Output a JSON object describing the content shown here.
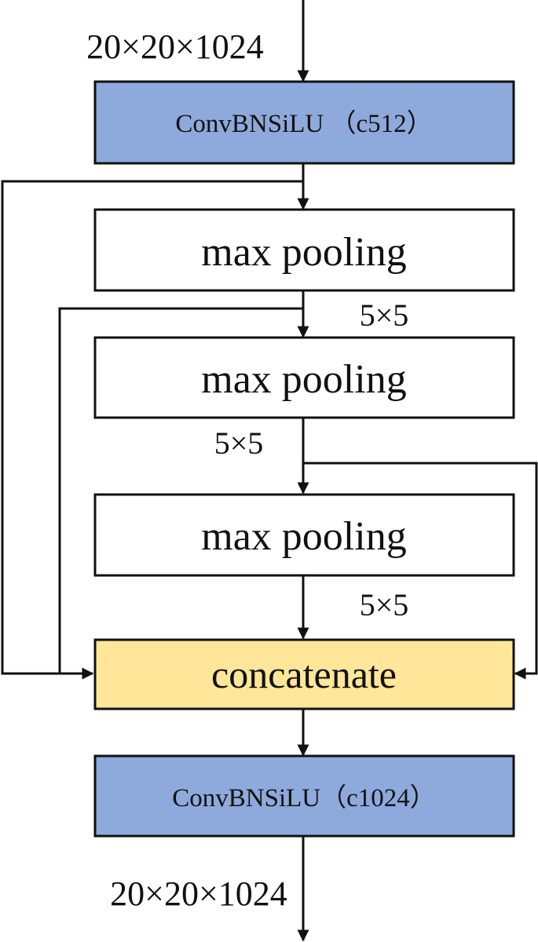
{
  "colors": {
    "conv_block": "#8ea9db",
    "concat_block": "#ffe699",
    "pool_block": "#ffffff",
    "line": "#111111"
  },
  "diagram": {
    "input_shape": "20×20×1024",
    "output_shape": "20×20×1024",
    "conv_in_label": "ConvBNSiLU （c512）",
    "pool_label_1": "max pooling",
    "pool_label_2": "max pooling",
    "pool_label_3": "max pooling",
    "kernel_label_1": "5×5",
    "kernel_label_2": "5×5",
    "kernel_label_3": "5×5",
    "concat_label": "concatenate",
    "conv_out_label": "ConvBNSiLU（c1024）"
  }
}
